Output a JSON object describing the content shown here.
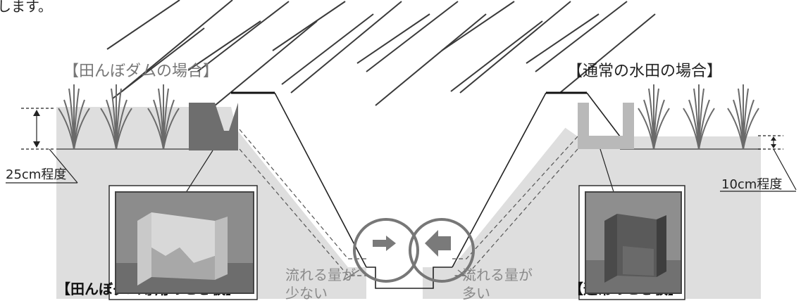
{
  "top_fragment": "します。",
  "labels": {
    "left_title": "【田んぼダムの場合】",
    "right_title": "【通常の水田の場合】",
    "left_depth": "25cm程度",
    "right_depth": "10cm程度",
    "left_plate": "【田んぼダム専用のせき板】",
    "right_plate": "【通常のせき板】",
    "left_flow_line1": "流れる量が",
    "left_flow_line2": "少ない",
    "right_flow_line1": "流れる量が",
    "right_flow_line2": "多い"
  },
  "colors": {
    "ground": "#dedede",
    "water_left": "#e8e8e8",
    "left_weir": "#6e6e6e",
    "right_weir": "#b9b9b9",
    "circle": "#777777",
    "arrow": "#7a7a7a",
    "flow_text": "#8a8a8a",
    "rain": "#3a3a3a",
    "plant": "#6a6a6a"
  }
}
